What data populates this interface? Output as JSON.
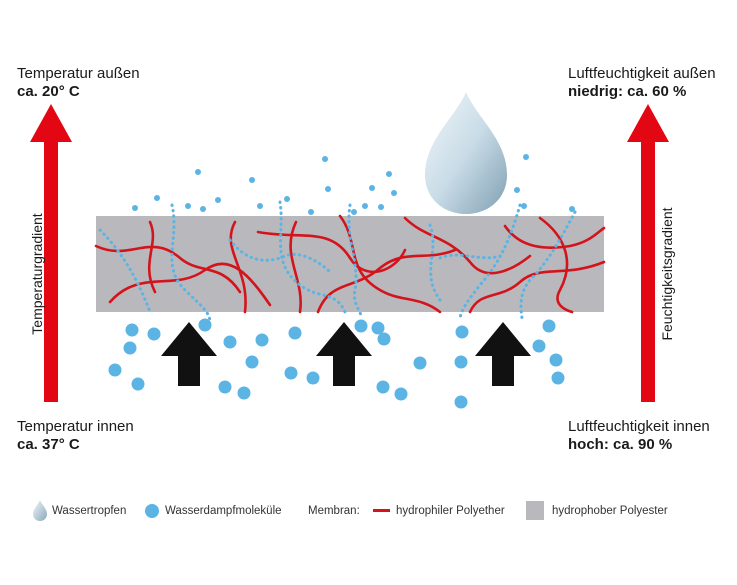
{
  "labels": {
    "top_left": {
      "line1": "Temperatur außen",
      "line2": "ca. 20° C"
    },
    "bottom_left": {
      "line1": "Temperatur innen",
      "line2": "ca. 37° C"
    },
    "top_right": {
      "line1": "Luftfeuchtigkeit außen",
      "line2": "niedrig: ca. 60 %"
    },
    "bottom_right": {
      "line1": "Luftfeuchtigkeit innen",
      "line2": "hoch: ca. 90 %"
    },
    "left_gradient": "Temperaturgradient",
    "right_gradient": "Feuchtigkeitsgradient"
  },
  "legend": {
    "drop": "Wassertropfen",
    "vapor": "Wasserdampfmoleküle",
    "membrane": "Membran:",
    "hydrophilic": "hydrophiler Polyether",
    "hydrophobic": "hydrophober Polyester"
  },
  "colors": {
    "arrow_red": "#e30613",
    "fiber_red": "#d3141c",
    "membrane_gray": "#b9b9bd",
    "vapor_blue": "#5bb4e3",
    "arrow_black": "#111111"
  }
}
